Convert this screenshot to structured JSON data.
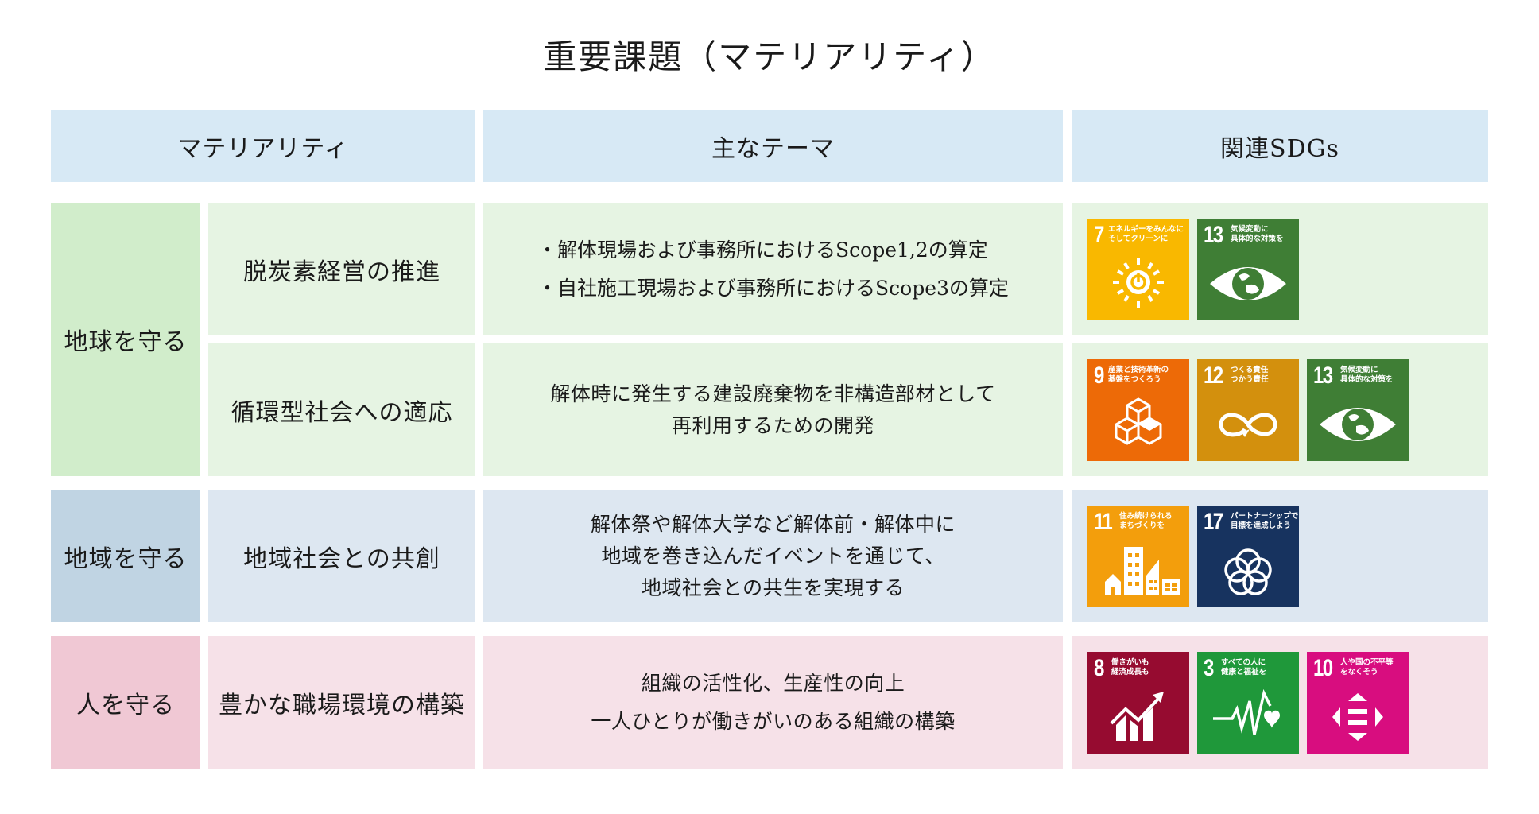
{
  "title": "重要課題（マテリアリティ）",
  "header": {
    "col1": "マテリアリティ",
    "col2": "主なテーマ",
    "col3": "関連SDGs"
  },
  "groups": [
    {
      "label": "地球を守る",
      "color_main": "#d1edcb",
      "color_sub": "#e6f4e3",
      "rows": [
        {
          "materiality": "脱炭素経営の推進",
          "themes": [
            "・解体現場および事務所におけるScope1,2の算定",
            "・自社施工現場および事務所におけるScope3の算定"
          ],
          "sdgs": [
            {
              "num": "7",
              "caption": "エネルギーをみんなに\nそしてクリーンに",
              "color": "#f9b800",
              "icon": "sun-power-icon"
            },
            {
              "num": "13",
              "caption": "気候変動に\n具体的な対策を",
              "color": "#3f7e35",
              "icon": "eye-globe-icon"
            }
          ]
        },
        {
          "materiality": "循環型社会への適応",
          "themes": [
            "解体時に発生する建設廃棄物を非構造部材として",
            "再利用するための開発"
          ],
          "sdgs": [
            {
              "num": "9",
              "caption": "産業と技術革新の\n基盤をつくろう",
              "color": "#ed6a07",
              "icon": "cubes-icon"
            },
            {
              "num": "12",
              "caption": "つくる責任\nつかう責任",
              "color": "#d3900d",
              "icon": "infinity-icon"
            },
            {
              "num": "13",
              "caption": "気候変動に\n具体的な対策を",
              "color": "#3f7e35",
              "icon": "eye-globe-icon"
            }
          ]
        }
      ]
    },
    {
      "label": "地域を守る",
      "color_main": "#c0d4e3",
      "color_sub": "#dde7f1",
      "rows": [
        {
          "materiality": "地域社会との共創",
          "themes": [
            "解体祭や解体大学など解体前・解体中に",
            "地域を巻き込んだイベントを通じて、",
            "地域社会との共生を実現する"
          ],
          "sdgs": [
            {
              "num": "11",
              "caption": "住み続けられる\nまちづくりを",
              "color": "#f39e0c",
              "icon": "city-icon"
            },
            {
              "num": "17",
              "caption": "パートナーシップで\n目標を達成しよう",
              "color": "#17335f",
              "icon": "rings-icon"
            }
          ]
        }
      ]
    },
    {
      "label": "人を守る",
      "color_main": "#f0c8d4",
      "color_sub": "#f6e1e8",
      "rows": [
        {
          "materiality": "豊かな職場環境の構築",
          "themes": [
            "組織の活性化、生産性の向上",
            "一人ひとりが働きがいのある組織の構築"
          ],
          "sdgs": [
            {
              "num": "8",
              "caption": "働きがいも\n経済成長も",
              "color": "#960b30",
              "icon": "growth-chart-icon"
            },
            {
              "num": "3",
              "caption": "すべての人に\n健康と福祉を",
              "color": "#1f983a",
              "icon": "heartbeat-icon"
            },
            {
              "num": "10",
              "caption": "人や国の不平等\nをなくそう",
              "color": "#d80d7f",
              "icon": "equality-arrows-icon"
            }
          ]
        }
      ]
    }
  ]
}
